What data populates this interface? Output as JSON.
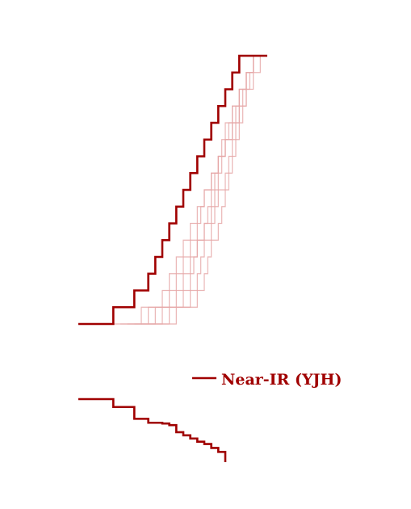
{
  "colors": {
    "main": "#a00000",
    "faint": "#e6a8a8",
    "legend_text": "#a00000",
    "background": "#ffffff"
  },
  "chart_data": [
    {
      "type": "line",
      "description_of_axes": "",
      "xlim": [
        0,
        20
      ],
      "ylim": [
        0,
        16
      ],
      "grid": false,
      "legend": "none",
      "series": [
        {
          "style": "main-step",
          "x": [
            0,
            5,
            8,
            10,
            11,
            12,
            13,
            14,
            15,
            16,
            17,
            18,
            19,
            20,
            21,
            22,
            23,
            24,
            25,
            26,
            27
          ],
          "y": [
            0,
            1,
            2,
            3,
            4,
            5,
            6,
            7,
            8,
            9,
            10,
            11,
            12,
            13,
            14,
            15,
            16,
            16,
            16,
            16,
            16
          ]
        },
        {
          "style": "faint-step",
          "x": [
            5,
            9,
            12,
            13,
            14,
            15,
            16,
            17,
            18,
            19,
            20,
            21,
            22,
            23,
            24,
            25,
            26
          ],
          "y": [
            0,
            1,
            2,
            3,
            4,
            5,
            6,
            7,
            8,
            9,
            10,
            11,
            12,
            13,
            14,
            15,
            16
          ]
        },
        {
          "style": "faint-step",
          "x": [
            6,
            10,
            13,
            14,
            15,
            16,
            17,
            17.5,
            18,
            19,
            20,
            20.5,
            21,
            22,
            23,
            24,
            25
          ],
          "y": [
            0,
            1,
            2,
            3,
            4,
            5,
            6,
            7,
            8,
            9,
            10,
            11,
            12,
            13,
            14,
            15,
            16
          ]
        },
        {
          "style": "faint-step",
          "x": [
            7,
            11,
            14,
            15,
            16,
            17,
            18,
            18.5,
            19,
            19.5,
            20,
            21,
            21.5,
            22,
            23,
            24,
            25
          ],
          "y": [
            0,
            1,
            2,
            3,
            4,
            5,
            6,
            7,
            8,
            9,
            10,
            11,
            12,
            13,
            14,
            15,
            16
          ]
        },
        {
          "style": "faint-step",
          "x": [
            8,
            12,
            15,
            16,
            16.5,
            17,
            18,
            19,
            19.5,
            20,
            20.5,
            21,
            22,
            22.5,
            23,
            24,
            25
          ],
          "y": [
            0,
            1,
            2,
            3,
            4,
            5,
            6,
            7,
            8,
            9,
            10,
            11,
            12,
            13,
            14,
            15,
            16
          ]
        },
        {
          "style": "faint-step",
          "x": [
            9,
            13,
            16,
            17,
            17.5,
            18,
            19,
            19.5,
            20,
            21,
            21.5,
            22,
            22.5,
            23,
            23.5,
            24,
            25
          ],
          "y": [
            0,
            1,
            2,
            3,
            4,
            5,
            6,
            7,
            8,
            9,
            10,
            11,
            12,
            13,
            14,
            15,
            16
          ]
        },
        {
          "style": "faint-step",
          "x": [
            10,
            14,
            17,
            18,
            18.5,
            19,
            20,
            20.5,
            21,
            21.5,
            22,
            22.5,
            23,
            23.5,
            24,
            24.5,
            25
          ],
          "y": [
            0,
            1,
            2,
            3,
            4,
            5,
            6,
            7,
            8,
            9,
            10,
            11,
            12,
            13,
            14,
            15,
            16
          ]
        }
      ]
    },
    {
      "type": "line",
      "legend": "top-right",
      "grid": false,
      "xlim": [
        0,
        20
      ],
      "ylim": [
        0,
        8
      ],
      "series": [
        {
          "name": "Near-IR (YJH)",
          "style": "main-step",
          "x": [
            0,
            5,
            8,
            10,
            12,
            13,
            14,
            15,
            16,
            17,
            18,
            19,
            20,
            21
          ],
          "y": [
            8,
            7,
            5.5,
            5,
            4.9,
            4.7,
            3.8,
            3.4,
            3,
            2.6,
            2.3,
            1.8,
            1.3,
            0
          ]
        }
      ]
    }
  ]
}
